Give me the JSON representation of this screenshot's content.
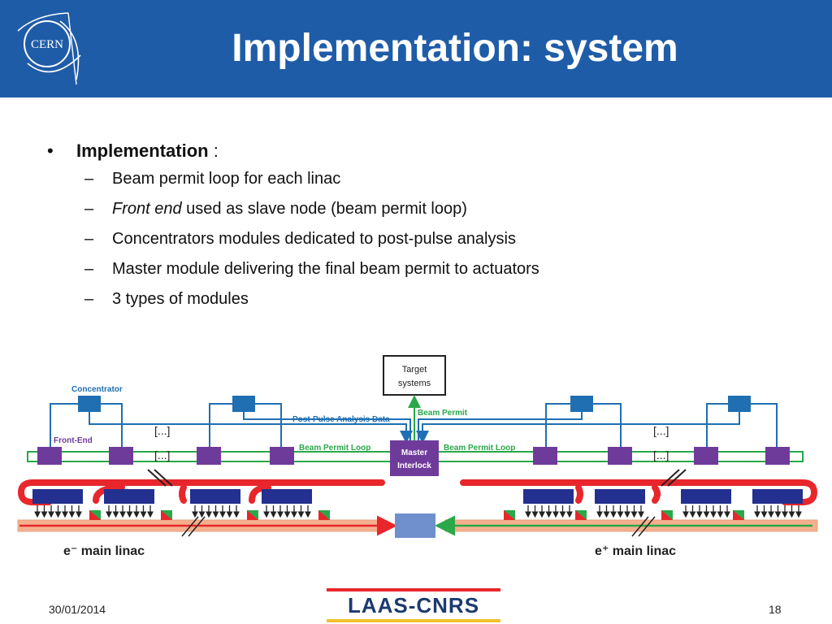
{
  "header": {
    "title": "Implementation: system",
    "logo_text": "CERN",
    "bg_color": "#1f5ca8"
  },
  "bullets": {
    "main_label": "Implementation",
    "main_suffix": " :",
    "items": [
      {
        "pre": "",
        "em": "",
        "text": "Beam permit loop for each linac"
      },
      {
        "pre": "",
        "em": "Front end",
        "text": " used as slave node (beam permit loop)"
      },
      {
        "pre": "",
        "em": "",
        "text": "Concentrators modules dedicated to post-pulse analysis"
      },
      {
        "pre": "",
        "em": "",
        "text": "Master module delivering the final beam permit to actuators"
      },
      {
        "pre": "",
        "em": "",
        "text": "3 types of modules"
      }
    ]
  },
  "diagram": {
    "target_line1": "Target",
    "target_line2": "systems",
    "concentrator": "Concentrator",
    "front_end": "Front-End",
    "ellipsis": "[...]",
    "post_pulse": "Post-Pulse Analysis Data",
    "beam_permit": "Beam Permit",
    "beam_permit_loop": "Beam Permit Loop",
    "master_line1": "Master",
    "master_line2": "Interlock",
    "e_minus": "e⁻ main linac",
    "e_plus": "e⁺ main linac",
    "colors": {
      "blue": "#1f6fb2",
      "green": "#2aa84a",
      "purple": "#6f3b9a",
      "red": "#e8262b",
      "navy": "#23308f"
    }
  },
  "footer": {
    "date": "30/01/2014",
    "page": "18",
    "logo_text": "LAAS-CNRS"
  }
}
